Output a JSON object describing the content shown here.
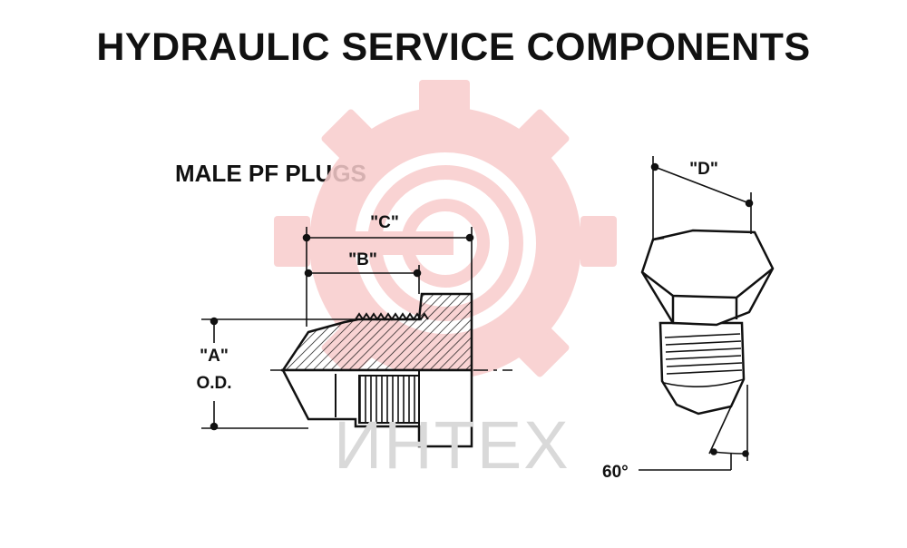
{
  "title": "HYDRAULIC SERVICE COMPONENTS",
  "subtitle": "MALE PF PLUGS",
  "watermark": {
    "text": "ИНТЕХ",
    "color": "#f7c9c9"
  },
  "dimensions": {
    "a": "\"A\"",
    "od": "O.D.",
    "b": "\"B\"",
    "c": "\"C\"",
    "d": "\"D\"",
    "angle": "60°"
  }
}
